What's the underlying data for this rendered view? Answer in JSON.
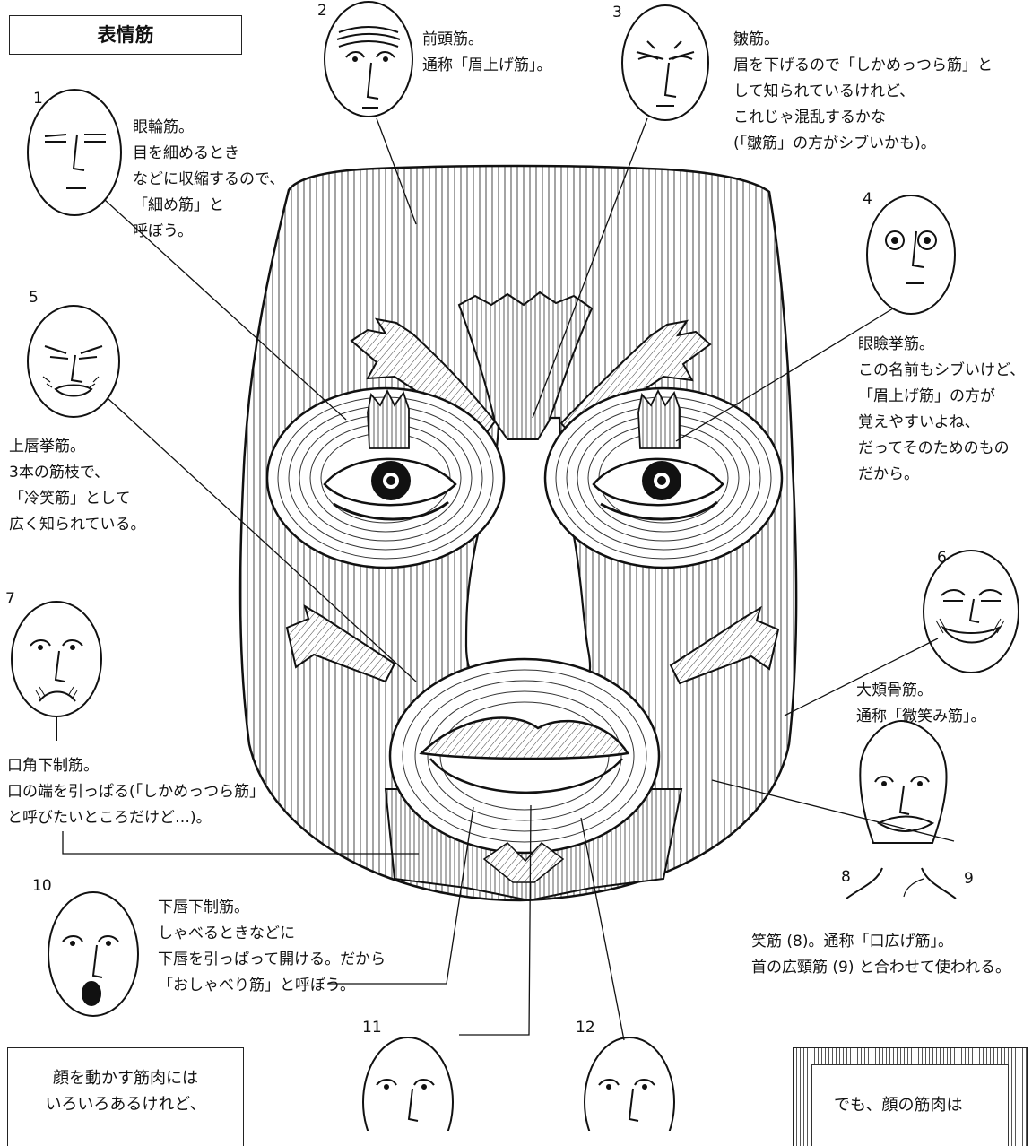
{
  "title": "表情筋",
  "numbers": {
    "n1": "1",
    "n2": "2",
    "n3": "3",
    "n4": "4",
    "n5": "5",
    "n6": "6",
    "n7": "7",
    "n8": "8",
    "n9": "9",
    "n10": "10",
    "n11": "11",
    "n12": "12"
  },
  "labels": {
    "m1": [
      "眼輪筋。",
      "目を細めるとき",
      "などに収縮するので、",
      "「細め筋」と",
      "呼ぼう。"
    ],
    "m2": [
      "前頭筋。",
      "通称「眉上げ筋」。"
    ],
    "m3": [
      "皺筋。",
      "眉を下げるので「しかめっつら筋」と",
      "して知られているけれど、",
      "これじゃ混乱するかな",
      "(「皺筋」の方がシブいかも)。"
    ],
    "m4": [
      "眼瞼挙筋。",
      "この名前もシブいけど、",
      "「眉上げ筋」の方が",
      "覚えやすいよね、",
      "だってそのためのもの",
      "だから。"
    ],
    "m5": [
      "上唇挙筋。",
      "3本の筋枝で、",
      "「冷笑筋」として",
      "広く知られている。"
    ],
    "m6": [
      "大頬骨筋。",
      "通称「微笑み筋」。"
    ],
    "m7": [
      "口角下制筋。",
      "口の端を引っぱる(「しかめっつら筋」",
      "と呼びたいところだけど…)。"
    ],
    "m89": [
      "笑筋 (8)。通称「口広げ筋」。",
      "首の広頸筋 (9) と合わせて使われる。"
    ],
    "m10": [
      "下唇下制筋。",
      "しゃべるときなどに",
      "下唇を引っぱって開ける。だから",
      "「おしゃべり筋」と呼ぼう。"
    ]
  },
  "note_left": [
    "顔を動かす筋肉には",
    "いろいろあるけれど、"
  ],
  "note_right": [
    "でも、顔の筋肉は"
  ],
  "colors": {
    "ink": "#111111",
    "paper": "#ffffff",
    "shade": "#666666"
  }
}
